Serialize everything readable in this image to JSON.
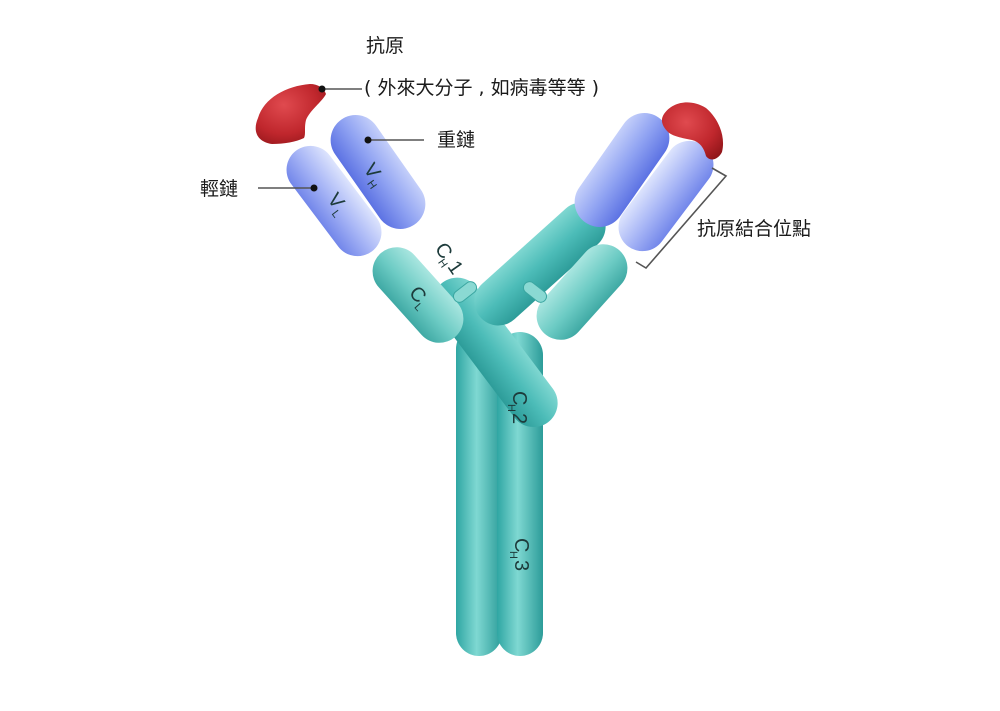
{
  "labels": {
    "antigen": "抗原",
    "antigen_examples": "( 外來大分子 , 如病毒等等 )",
    "heavy_chain": "重鏈",
    "light_chain": "輕鏈",
    "binding_site": "抗原結合位點"
  },
  "domains": {
    "vh_main": "V",
    "vh_sub": "H",
    "vl_main": "V",
    "vl_sub": "L",
    "ch1_main": "C",
    "ch1_sub": "H",
    "ch1_num": "1",
    "cl_main": "C",
    "cl_sub": "L",
    "ch2_main": "C",
    "ch2_sub": "H",
    "ch2_num": "2",
    "ch3_main": "C",
    "ch3_sub": "H",
    "ch3_num": "3"
  },
  "colors": {
    "heavy_chain_constant": "#4cbcb8",
    "light_chain_constant": "#6ccbc4",
    "variable_domain": "#8fa2f2",
    "antigen": "#c0272d",
    "leader_line": "#555555"
  }
}
